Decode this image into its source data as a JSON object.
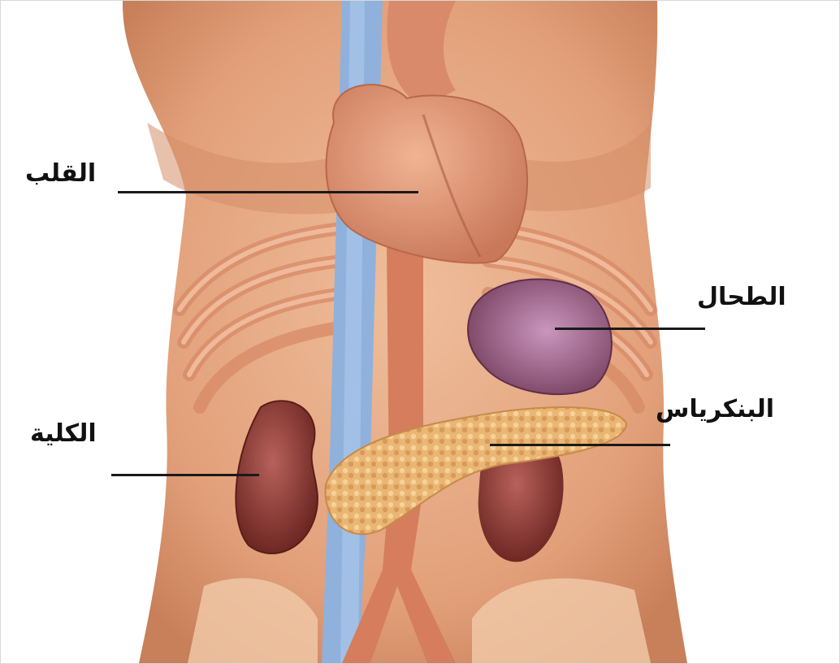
{
  "labels": {
    "heart": "القلب",
    "spleen": "الطحال",
    "pancreas": "البنكرياس",
    "kidney": "الكلية"
  },
  "colors": {
    "skin": "#e7ad86",
    "skin_shadow": "#c9805a",
    "vein": "#8fb1dc",
    "heart": "#d98a6a",
    "spleen": "#8e5876",
    "pancreas": "#eab673",
    "kidney": "#8d3b33",
    "rib": "#e8a27e",
    "line": "#1a1a1a"
  }
}
